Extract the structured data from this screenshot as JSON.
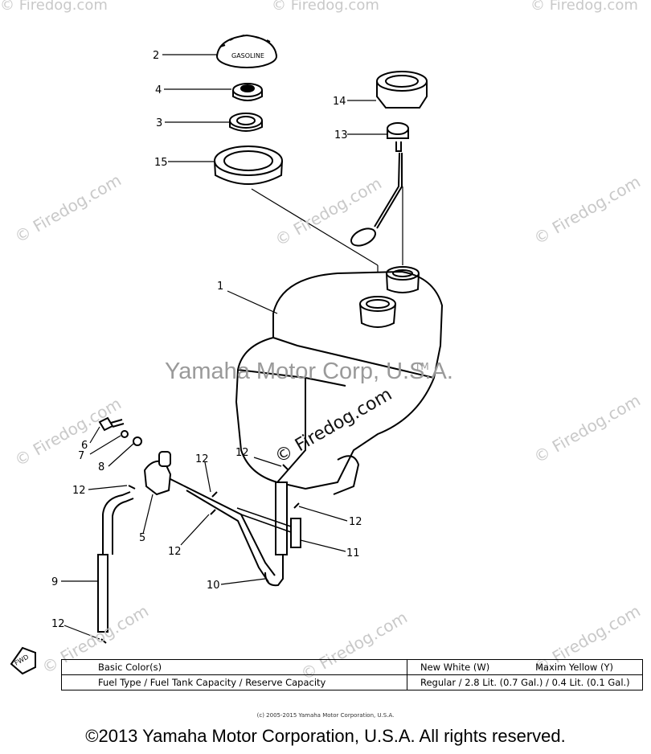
{
  "watermarks": {
    "site": "© Firedog.com",
    "center": "Yamaha Motor Corp, U.S.A.",
    "tm": "TM"
  },
  "callouts": [
    "1",
    "2",
    "3",
    "4",
    "5",
    "6",
    "7",
    "8",
    "9",
    "10",
    "11",
    "12",
    "13",
    "14",
    "15"
  ],
  "fwd_tag": "FWD",
  "cap_text": "GASOLINE",
  "spec_table": {
    "rows": [
      {
        "label": "Basic Color(s)",
        "value_a": "New White (W)",
        "value_b": "Maxim Yellow (Y)"
      },
      {
        "label": "Fuel Type / Fuel Tank Capacity / Reserve Capacity",
        "value": "Regular / 2.8 Lit. (0.7 Gal.) / 0.4 Lit. (0.1 Gal.)"
      }
    ]
  },
  "fine_print": "(c) 2005-2015 Yamaha Motor Corporation, U.S.A.",
  "copyright": "©2013 Yamaha Motor Corporation, U.S.A. All rights reserved."
}
